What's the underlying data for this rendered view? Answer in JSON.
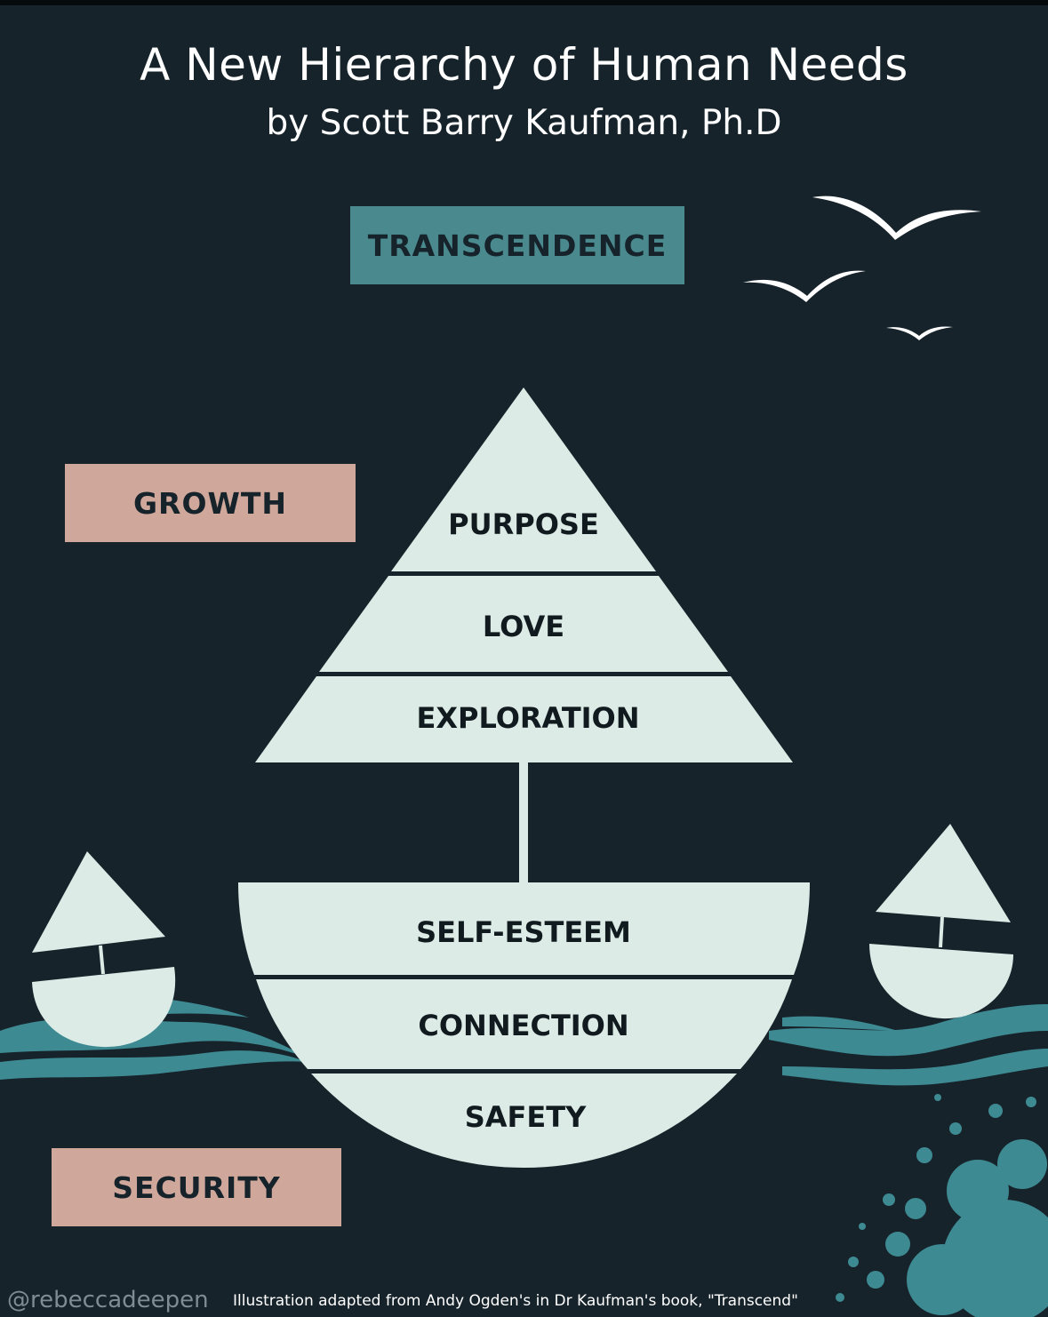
{
  "header": {
    "title": "A New Hierarchy of Human Needs",
    "subtitle": "by Scott Barry Kaufman, Ph.D"
  },
  "categories": {
    "transcendence": "TRANSCENDENCE",
    "growth": "GROWTH",
    "security": "SECURITY"
  },
  "sail_levels": [
    "PURPOSE",
    "LOVE",
    "EXPLORATION"
  ],
  "boat_levels": [
    "SELF-ESTEEM",
    "CONNECTION",
    "SAFETY"
  ],
  "footer": {
    "handle": "@rebeccadeepen",
    "credit": "Illustration adapted from Andy Ogden's in Dr Kaufman's book, \"Transcend\""
  },
  "colors": {
    "background": "#16232b",
    "shape_fill": "#dcebe5",
    "transcendence": "#4a8a8e",
    "growth_security": "#cfa89b",
    "wave": "#3e8a92"
  },
  "icons": [
    "bird-icon",
    "sailboat-icon",
    "wave-icon",
    "splash-icon"
  ]
}
